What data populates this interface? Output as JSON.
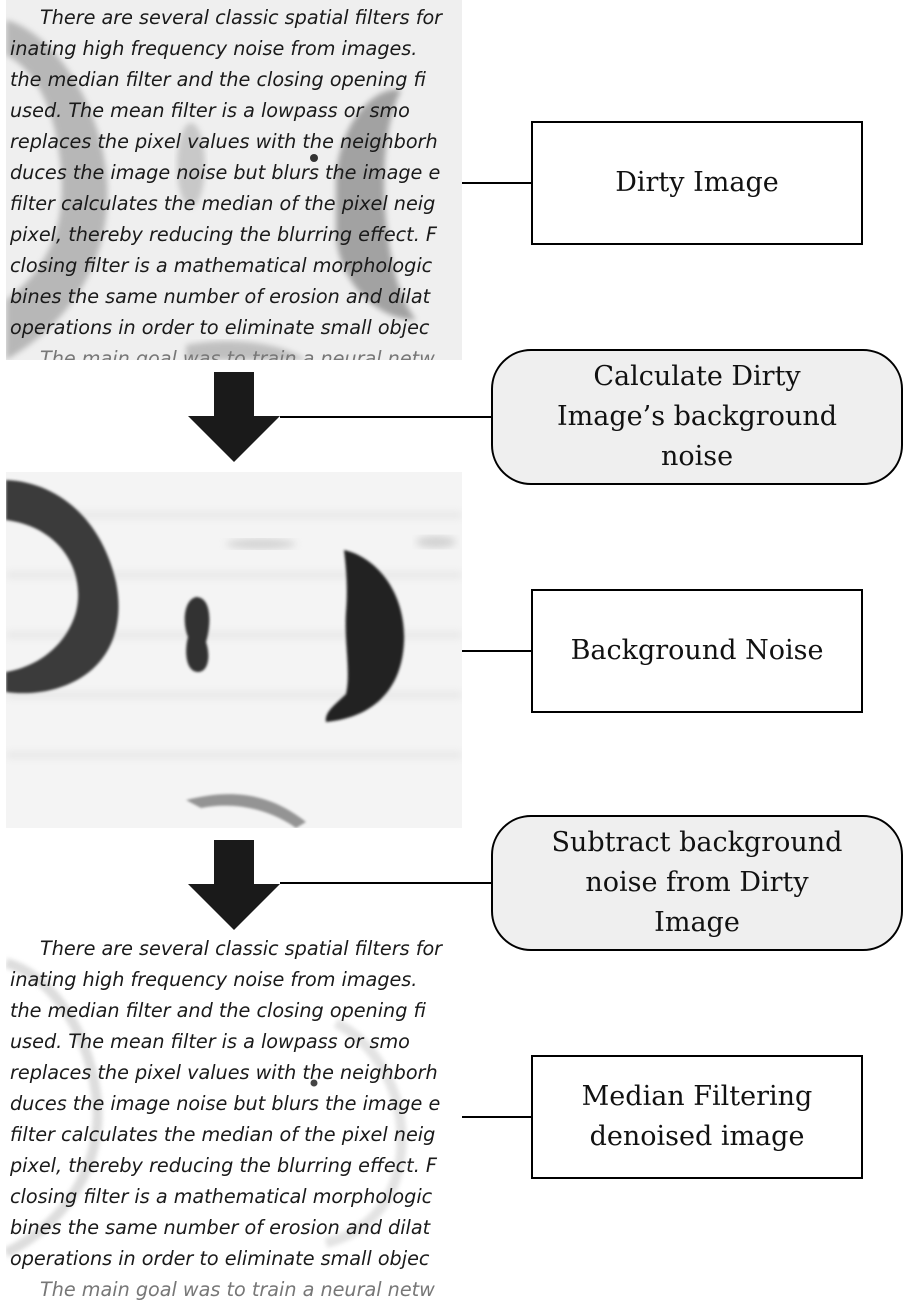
{
  "diagram": {
    "dirty_image_label": "Dirty Image",
    "step1_label": "Calculate Dirty Image’s background noise",
    "background_noise_label": "Background Noise",
    "step2_label": "Subtract background noise from Dirty Image",
    "result_label": "Median Filtering denoised image"
  },
  "document_text": {
    "lines": [
      "There are several classic spatial filters for",
      "inating high frequency noise from images.",
      "the median filter and the closing opening fi",
      "used.  The mean filter is a lowpass or smo",
      "replaces the pixel values with the neighborh",
      "duces the image noise but blurs the image e",
      "filter calculates the median of the pixel neig",
      "pixel, thereby reducing the blurring effect.  F",
      "closing filter is a mathematical morphologic",
      "bines the same number of erosion and dilat",
      "operations in order to eliminate small objec",
      "The main goal was to train a neural netw"
    ]
  },
  "colors": {
    "box_border": "#000000",
    "rounded_fill": "#efefef",
    "arrow": "#1a1a1a",
    "stain": "#3a3a3a"
  }
}
